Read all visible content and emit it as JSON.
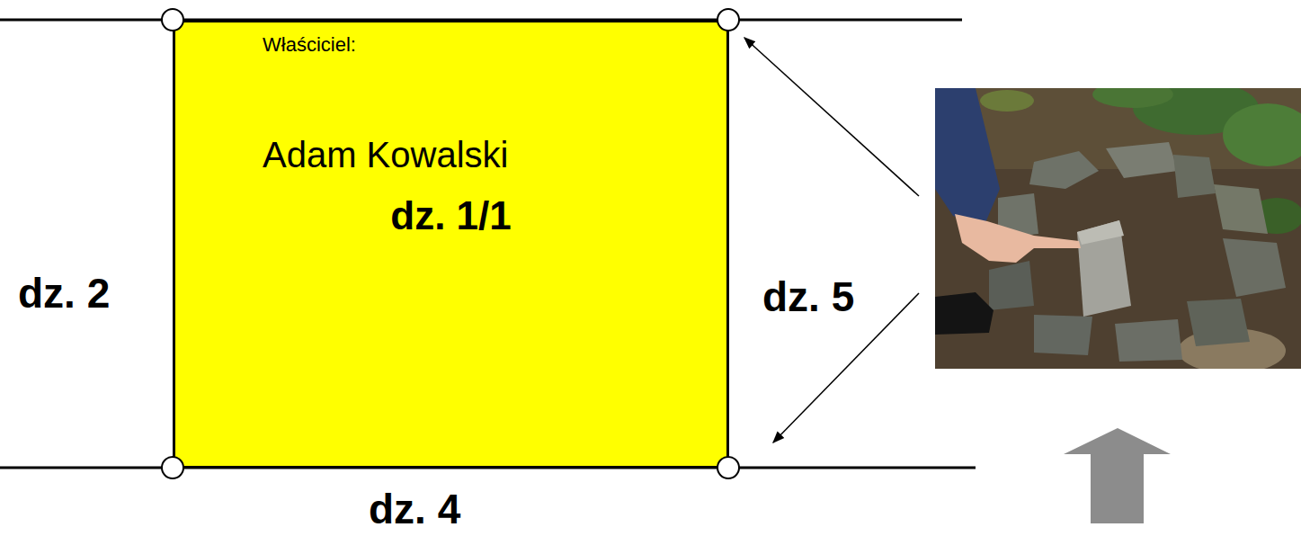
{
  "diagram": {
    "nodes": [
      {
        "text": [
          "Właściciel:",
          "Adam Kowalski",
          "dz. 1/1"
        ]
      }
    ],
    "labels": [
      "dz. 2",
      "dz. 5",
      "dz. 4"
    ]
  }
}
